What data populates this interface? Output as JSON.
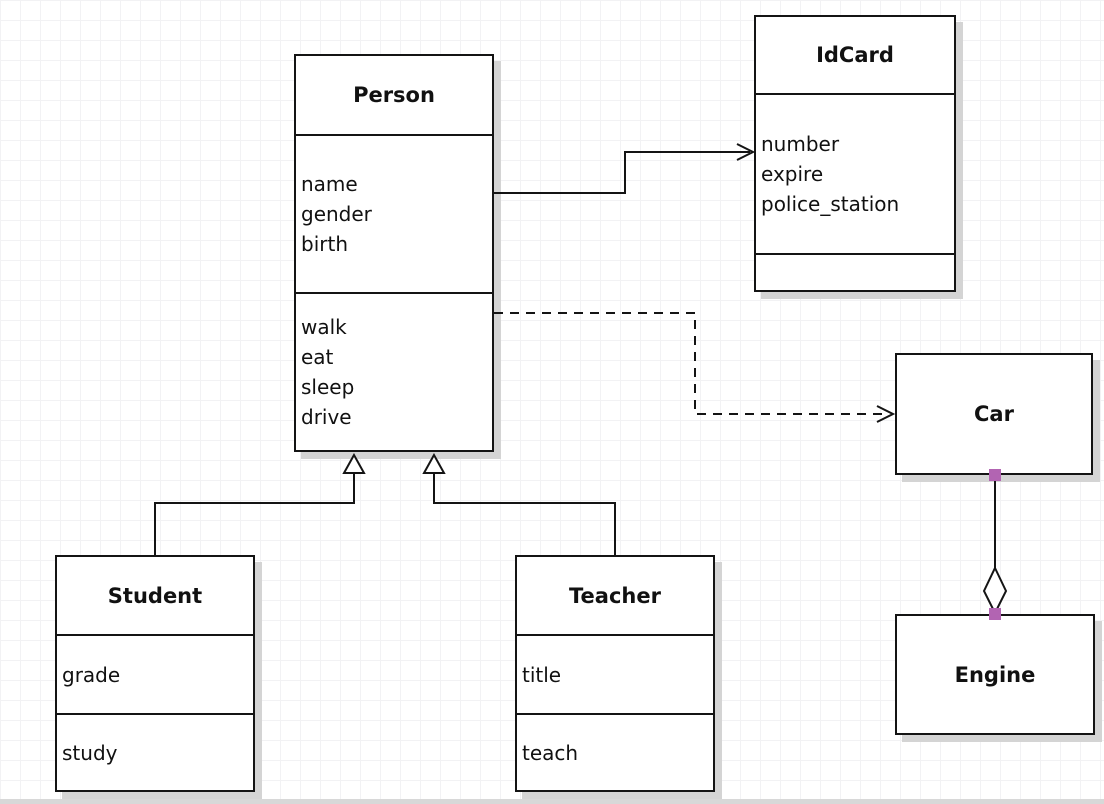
{
  "diagram": {
    "classes": [
      {
        "name": "Person",
        "attributes": [
          "name",
          "gender",
          "birth"
        ],
        "methods": [
          "walk",
          "eat",
          "sleep",
          "drive"
        ]
      },
      {
        "name": "IdCard",
        "attributes": [
          "number",
          "expire",
          "police_station"
        ],
        "methods": []
      },
      {
        "name": "Student",
        "attributes": [
          "grade"
        ],
        "methods": [
          "study"
        ]
      },
      {
        "name": "Teacher",
        "attributes": [
          "title"
        ],
        "methods": [
          "teach"
        ]
      },
      {
        "name": "Car",
        "attributes": [],
        "methods": []
      },
      {
        "name": "Engine",
        "attributes": [],
        "methods": []
      }
    ],
    "relationships": [
      {
        "from": "Person",
        "to": "IdCard",
        "type": "directed-association",
        "line": "solid",
        "arrowhead": "open"
      },
      {
        "from": "Person",
        "to": "Car",
        "type": "dependency",
        "line": "dashed",
        "arrowhead": "open"
      },
      {
        "from": "Student",
        "to": "Person",
        "type": "generalization",
        "line": "solid",
        "arrowhead": "hollow-triangle"
      },
      {
        "from": "Teacher",
        "to": "Person",
        "type": "generalization",
        "line": "solid",
        "arrowhead": "hollow-triangle"
      },
      {
        "from": "Car",
        "to": "Engine",
        "type": "aggregation",
        "line": "solid",
        "marker": "hollow-diamond"
      }
    ],
    "colors": {
      "line": "#141414",
      "handle": "#b264b2",
      "shadow": "#d4d4d4",
      "grid": "#f2f2f4",
      "background": "#ffffff"
    }
  }
}
